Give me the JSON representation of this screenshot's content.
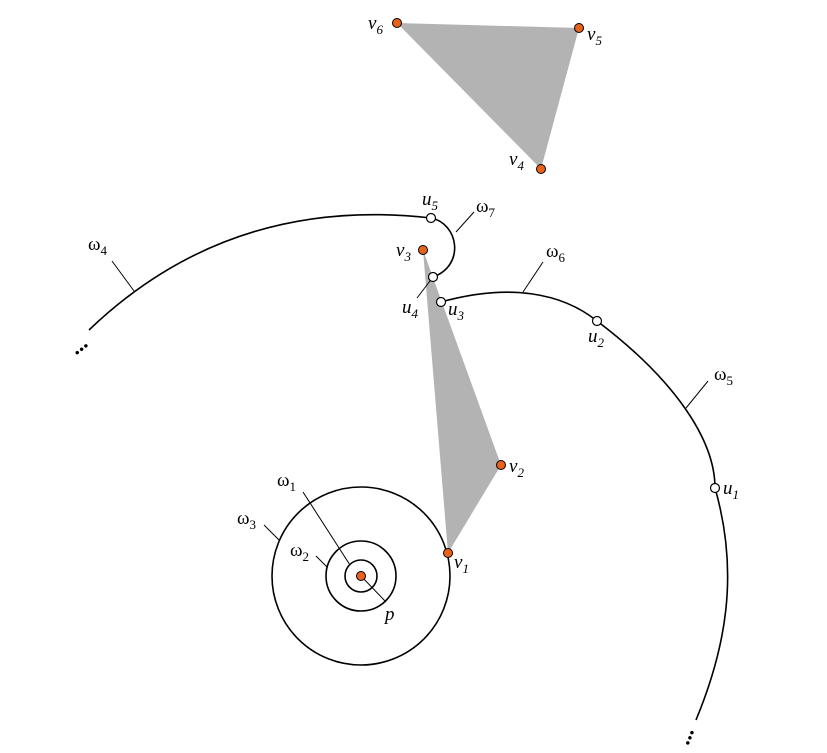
{
  "colors": {
    "vertex_fill": "#e8621a",
    "triangle_fill": "#b3b3b3",
    "curve_stroke": "#000000",
    "hollow_fill": "#ffffff"
  },
  "labels": {
    "v1": {
      "base": "v",
      "sub": "1"
    },
    "v2": {
      "base": "v",
      "sub": "2"
    },
    "v3": {
      "base": "v",
      "sub": "3"
    },
    "v4": {
      "base": "v",
      "sub": "4"
    },
    "v5": {
      "base": "v",
      "sub": "5"
    },
    "v6": {
      "base": "v",
      "sub": "6"
    },
    "u1": {
      "base": "u",
      "sub": "1"
    },
    "u2": {
      "base": "u",
      "sub": "2"
    },
    "u3": {
      "base": "u",
      "sub": "3"
    },
    "u4": {
      "base": "u",
      "sub": "4"
    },
    "u5": {
      "base": "u",
      "sub": "5"
    },
    "w1": {
      "base": "ω",
      "sub": "1"
    },
    "w2": {
      "base": "ω",
      "sub": "2"
    },
    "w3": {
      "base": "ω",
      "sub": "3"
    },
    "w4": {
      "base": "ω",
      "sub": "4"
    },
    "w5": {
      "base": "ω",
      "sub": "5"
    },
    "w6": {
      "base": "ω",
      "sub": "6"
    },
    "w7": {
      "base": "ω",
      "sub": "7"
    },
    "p": "p"
  },
  "ellipsis": "..."
}
